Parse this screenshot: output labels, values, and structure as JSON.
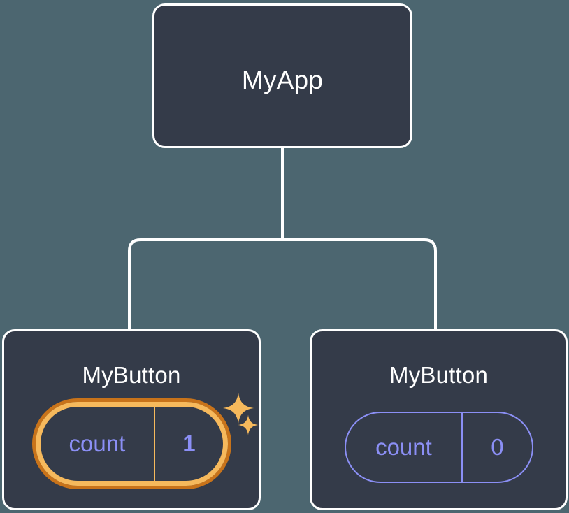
{
  "diagram": {
    "type": "component-tree",
    "background_color": "#4c6670",
    "node_fill_color": "#343b49",
    "node_border_color": "#ffffff",
    "connector_color": "#ffffff",
    "highlight_outer_color": "#c8731a",
    "highlight_inner_color": "#f6b95c",
    "state_text_color": "#8b8ff5",
    "title_text_color": "#ffffff"
  },
  "root": {
    "title": "MyApp"
  },
  "children": [
    {
      "title": "MyButton",
      "highlighted": true,
      "state": {
        "key": "count",
        "value": "1"
      },
      "sparkles": [
        "sparkle-large",
        "sparkle-small"
      ]
    },
    {
      "title": "MyButton",
      "highlighted": false,
      "state": {
        "key": "count",
        "value": "0"
      }
    }
  ]
}
